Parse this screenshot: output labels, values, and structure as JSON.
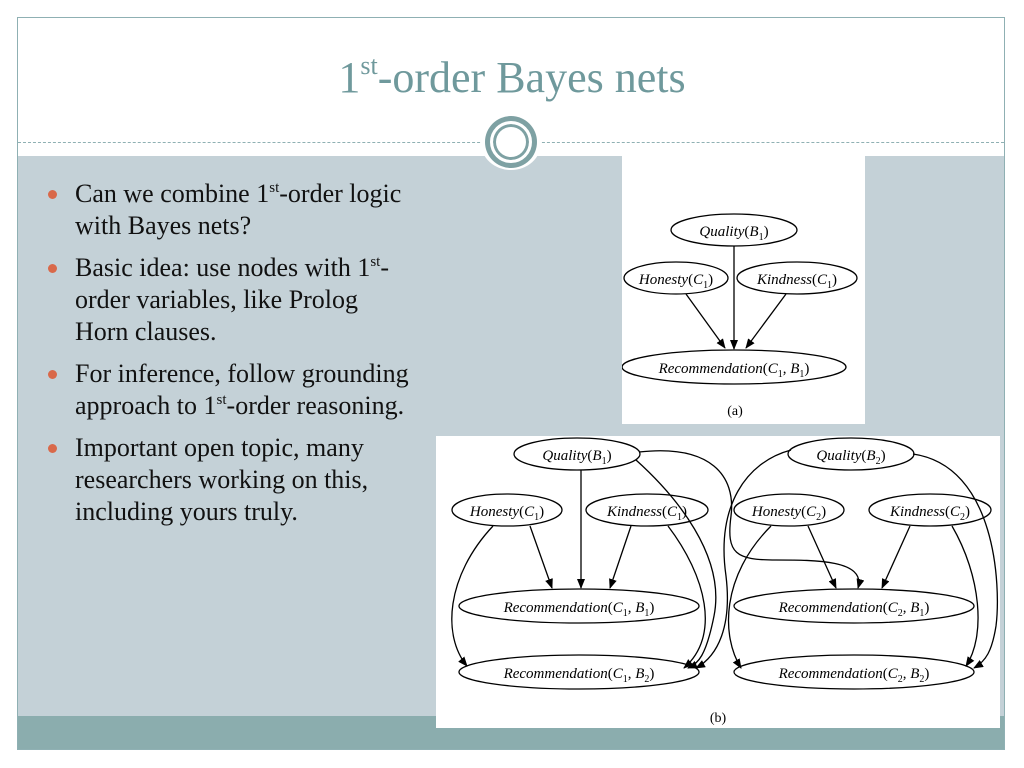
{
  "slide": {
    "title_base": "1",
    "title_sup": "st",
    "title_rest": "-order Bayes nets"
  },
  "bullets": [
    {
      "parts": [
        "Can we combine 1",
        "st",
        "-order logic with Bayes nets?"
      ]
    },
    {
      "parts": [
        "Basic idea: use nodes with 1",
        "st",
        "-order variables, like Prolog Horn clauses."
      ]
    },
    {
      "parts": [
        "For inference, follow grounding approach to 1",
        "st",
        "-order reasoning."
      ]
    },
    {
      "parts": [
        "Important open topic, many researchers working on this, including yours truly.",
        "",
        ""
      ]
    }
  ],
  "colors": {
    "title": "#6f999c",
    "content_background": "#c4d1d7",
    "bottom_bar": "#8badae",
    "bullet_marker": "#d9694a"
  },
  "figure_a": {
    "caption": "(a)",
    "nodes": {
      "quality": {
        "name": "Quality",
        "arg": "B",
        "sub": "1"
      },
      "honesty": {
        "name": "Honesty",
        "arg": "C",
        "sub": "1"
      },
      "kindness": {
        "name": "Kindness",
        "arg": "C",
        "sub": "1"
      },
      "recommendation": {
        "name": "Recommendation",
        "arg1": "C",
        "sub1": "1",
        "arg2": "B",
        "sub2": "1"
      }
    }
  },
  "figure_b": {
    "caption": "(b)",
    "nodes": {
      "quality1": {
        "name": "Quality",
        "arg": "B",
        "sub": "1"
      },
      "quality2": {
        "name": "Quality",
        "arg": "B",
        "sub": "2"
      },
      "honesty1": {
        "name": "Honesty",
        "arg": "C",
        "sub": "1"
      },
      "kindness1": {
        "name": "Kindness",
        "arg": "C",
        "sub": "1"
      },
      "honesty2": {
        "name": "Honesty",
        "arg": "C",
        "sub": "2"
      },
      "kindness2": {
        "name": "Kindness",
        "arg": "C",
        "sub": "2"
      },
      "rec11": {
        "name": "Recommendation",
        "arg1": "C",
        "sub1": "1",
        "arg2": "B",
        "sub2": "1"
      },
      "rec12": {
        "name": "Recommendation",
        "arg1": "C",
        "sub1": "1",
        "arg2": "B",
        "sub2": "2"
      },
      "rec21": {
        "name": "Recommendation",
        "arg1": "C",
        "sub1": "2",
        "arg2": "B",
        "sub2": "1"
      },
      "rec22": {
        "name": "Recommendation",
        "arg1": "C",
        "sub1": "2",
        "arg2": "B",
        "sub2": "2"
      }
    }
  }
}
